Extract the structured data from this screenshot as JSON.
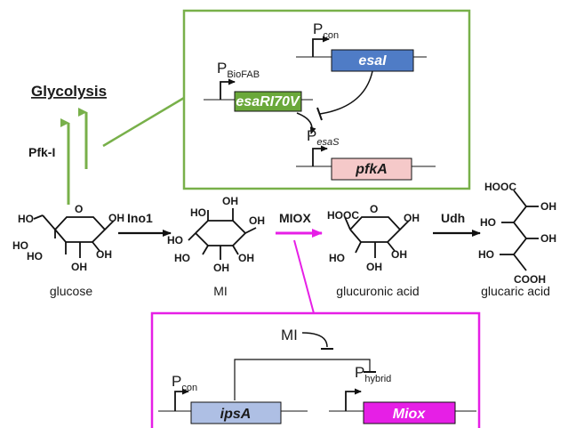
{
  "pathway": {
    "glycolysis": "Glycolysis",
    "pfk_enzyme": "Pfk-I",
    "ino1": "Ino1",
    "miox": "MIOX",
    "udh": "Udh"
  },
  "compounds": {
    "glucose": "glucose",
    "mi": "MI",
    "glucuronic": "glucuronic acid",
    "glucaric": "glucaric acid"
  },
  "atoms": {
    "ho": "HO",
    "oh": "OH",
    "o": "O",
    "hooc": "HOOC",
    "cooh": "COOH"
  },
  "green_circuit": {
    "promoter_biofab_main": "P",
    "promoter_biofab_sub": "BioFAB",
    "gene_esarl70v": "esaRI70V",
    "promoter_con_main": "P",
    "promoter_con_sub": "con",
    "gene_esai": "esaI",
    "promoter_esas_main": "P",
    "promoter_esas_sub": "esaS",
    "gene_pfka": "pfkA"
  },
  "magenta_circuit": {
    "inducer": "MI",
    "promoter_con_main": "P",
    "promoter_con_sub": "con",
    "gene_ipsa": "ipsA",
    "promoter_hybrid_main": "P",
    "promoter_hybrid_sub": "hybrid",
    "gene_miox": "Miox"
  },
  "colors": {
    "green": "#78b04a",
    "magenta": "#e61fe6",
    "esai_box": "#4f7cc6",
    "esarl70v_box": "#6aa83a",
    "pfka_box": "#f5c9c9",
    "ipsa_box": "#aebfe4",
    "miox_box": "#e61fe6"
  }
}
